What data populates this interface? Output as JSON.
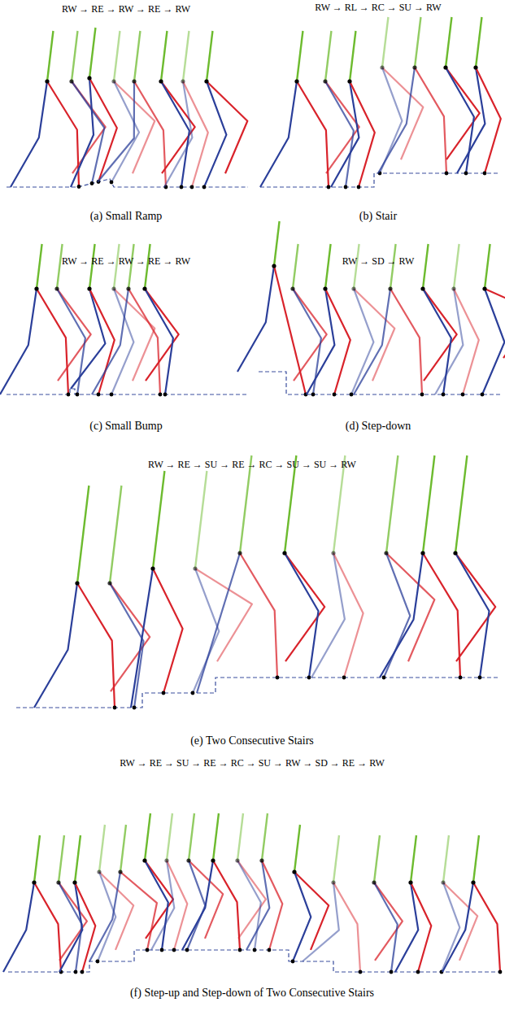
{
  "diagram": {
    "labels": [
      "RW → RE → RW → RE → RW",
      "RW → RL → RC → SU → RW",
      "(a) Small Ramp",
      "(b) Stair",
      "RW → RE → RW → RE → RW",
      "RW → SD → RW",
      "(c) Small Bump",
      "(d) Step-down",
      "RW → RE → SU → RE → RC → SU → SU → RW",
      "(e) Two Consecutive Stairs",
      "RW → RE → SU → RE → RC → SU → RW → SD → RE → RW",
      "(f) Step-up and Step-down of Two Consecutive Stairs"
    ]
  }
}
